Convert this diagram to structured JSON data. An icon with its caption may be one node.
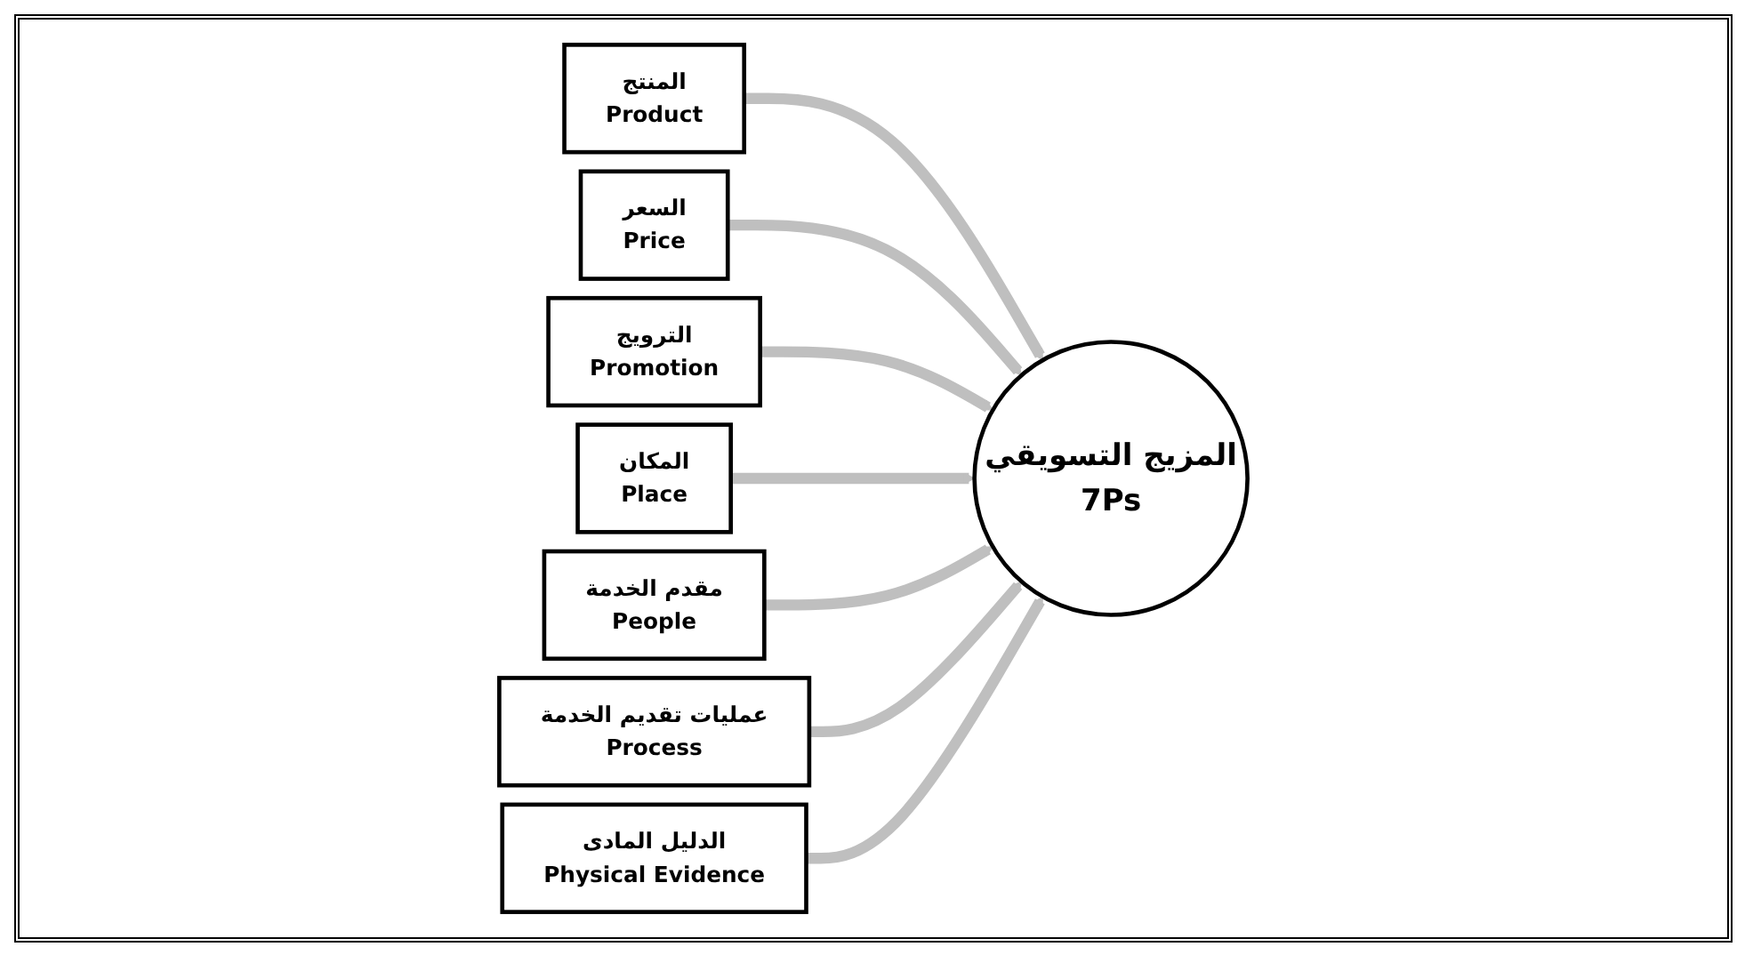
{
  "diagram": {
    "nodes": [
      {
        "text": [
          "المنتج",
          "Product"
        ]
      },
      {
        "text": [
          "السعر",
          "Price"
        ]
      },
      {
        "text": [
          "الترويج",
          "Promotion"
        ]
      },
      {
        "text": [
          "المكان",
          "Place"
        ]
      },
      {
        "text": [
          "مقدم الخدمة",
          "People"
        ]
      },
      {
        "text": [
          "عمليات تقديم الخدمة",
          "Process"
        ]
      },
      {
        "text": [
          "الدليل المادى",
          "Physical Evidence"
        ]
      },
      {
        "text": [
          "المزيج التسويقي",
          "7Ps"
        ]
      }
    ],
    "edges": [
      {
        "from": 0,
        "to": 7,
        "arrow": "to"
      },
      {
        "from": 1,
        "to": 7,
        "arrow": "to"
      },
      {
        "from": 2,
        "to": 7,
        "arrow": "to"
      },
      {
        "from": 3,
        "to": 7,
        "arrow": "to"
      },
      {
        "from": 4,
        "to": 7,
        "arrow": "to"
      },
      {
        "from": 5,
        "to": 7,
        "arrow": "to"
      },
      {
        "from": 6,
        "to": 7,
        "arrow": "to"
      }
    ]
  }
}
